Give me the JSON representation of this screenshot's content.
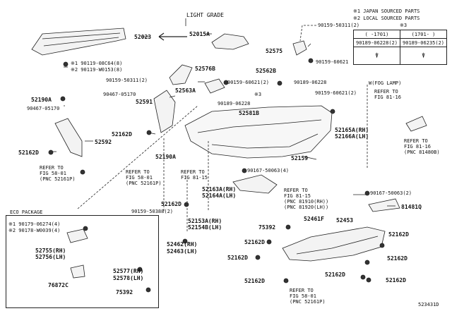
{
  "header": {
    "light_grade": "LIGHT GRADE",
    "note1": "※1  JAPAN SOURCED PARTS",
    "note2": "※2  LOCAL SOURCED PARTS",
    "note3": "※3"
  },
  "table": {
    "col1": "(  -1701)",
    "col2": "(1701-  )",
    "val1": "90189-06228(2)",
    "val2": "90189-06235(2)"
  },
  "parts": {
    "p52023": "52023",
    "p52015A": "52015A",
    "p90159_50311": "90159-50311(2)",
    "p52575": "52575",
    "p90159_60621a": "90159-60621",
    "p52562B": "52562B",
    "p90189_06228a": "90189-06228",
    "p90119_08C64": "※1 90119-08C64(8)",
    "p90119_W0153": "※2 90119-W0153(8)",
    "p52576B": "52576B",
    "p90159_50311b": "90159-50311(2)",
    "p90159_60621b": "90159-60621(2)",
    "p52563A": "52563A",
    "p90467_05170a": "90467-05170",
    "p52591": "52591",
    "p90189_06228b": "90189-06228",
    "p52190Aa": "52190A",
    "p90467_05170b": "90467-05170",
    "p52581B": "52581B",
    "p_note3": "※3",
    "p90159_60621c": "90159-60621(2)",
    "p52162Da": "52162D",
    "p52592": "52592",
    "p52162Db": "52162D",
    "p52190Ab": "52190A",
    "p52165A": "52165A(RH)",
    "p52166A": "52166A(LH)",
    "p52159": "52159",
    "p90167_50063a": "90167-50063(4)",
    "p52163A": "52163A(RH)",
    "p52164A": "52164A(LH)",
    "p52162Dc": "52162D",
    "p90159_50388": "90159-50388(2)",
    "p52153A": "52153A(RH)",
    "p52154B": "52154B(LH)",
    "p52462": "52462(RH)",
    "p52463": "52463(LH)",
    "p90167_50063b": "90167-50063(2)",
    "p81481Q": "81481Q",
    "p75392a": "75392",
    "p52461F": "52461F",
    "p52453": "52453",
    "p52162Dd": "52162D",
    "p52162De": "52162D",
    "p52162Df": "52162D",
    "p52162Dg": "52162D",
    "p52162Dh": "52162D",
    "p52162Di": "52162D",
    "p52162Dj": "52162D",
    "p52755": "52755(RH)",
    "p52756": "52756(LH)",
    "p52577": "52577(RH)",
    "p52578": "52578(LH)",
    "p76872C": "76872C",
    "p75392b": "75392",
    "eco_a": "※1 90179-06274(4)",
    "eco_b": "※2 90178-W0039(4)"
  },
  "refs": {
    "r1": "REFER TO\nFIG 58-01\n(PNC 52161P)",
    "r2": "REFER TO\nFIG 58-01\n(PNC 52161P)",
    "r3": "REFER TO\nFIG 81-15",
    "r4": "REFER TO\nFIG 81-15\n(PNC 81910(RH))\n(PNC 81920(LH))",
    "r5": "W(FOG LAMP)",
    "r6": "REFER TO\nFIG 81-16",
    "r7": "REFER TO\nFIG 81-16\n(PNC 81480B)",
    "r8": "REFER TO\nFIG 58-01\n(PNC 52161P)"
  },
  "eco": {
    "title": "ECO PACKAGE"
  },
  "footer": {
    "code": "523431D"
  }
}
